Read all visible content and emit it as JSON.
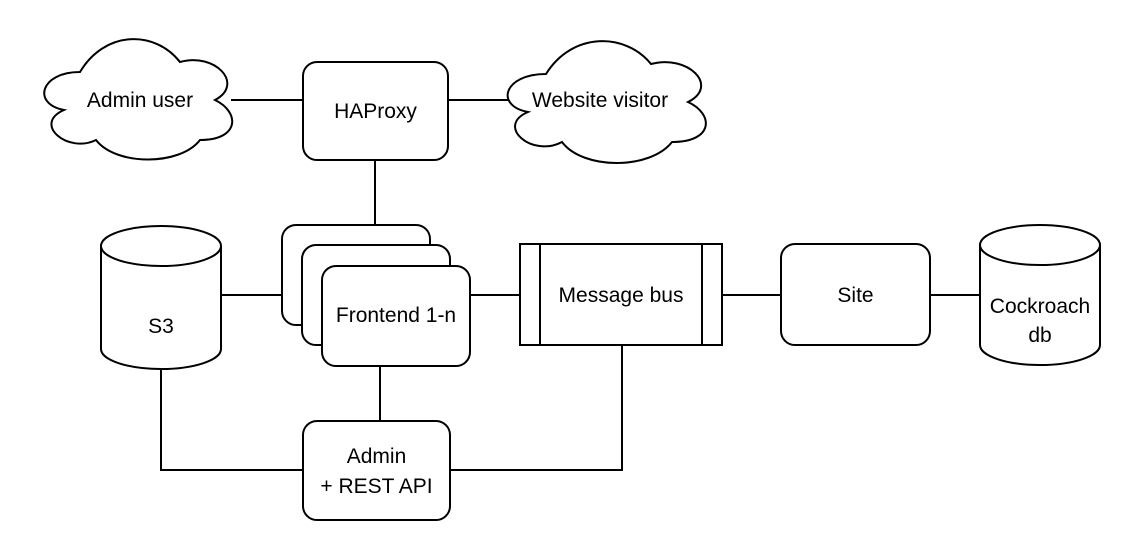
{
  "nodes": {
    "admin_user": {
      "label": "Admin user"
    },
    "haproxy": {
      "label": "HAProxy"
    },
    "website_visitor": {
      "label": "Website visitor"
    },
    "s3": {
      "label": "S3"
    },
    "frontend": {
      "label": "Frontend 1-n"
    },
    "message_bus": {
      "label": "Message bus"
    },
    "site": {
      "label": "Site"
    },
    "cockroach": {
      "line1": "Cockroach",
      "line2": "db"
    },
    "admin_api": {
      "line1": "Admin",
      "line2": "+ REST API"
    }
  },
  "colors": {
    "stroke": "#000000",
    "fill": "#ffffff",
    "text": "#000000"
  }
}
